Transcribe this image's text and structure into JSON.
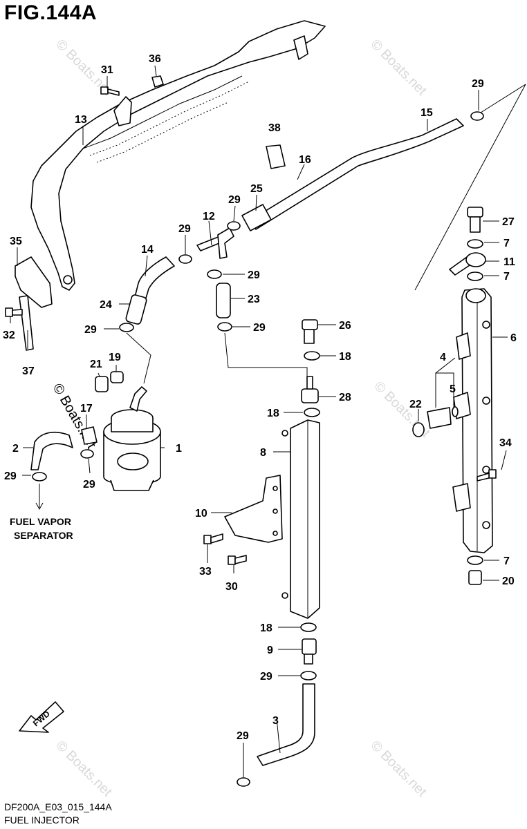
{
  "figure_title": "FIG.144A",
  "diagram_code": "DF200A_E03_015_144A",
  "diagram_name": "FUEL INJECTOR",
  "notes": {
    "fuel_vapor_line1": "FUEL VAPOR",
    "fuel_vapor_line2": "SEPARATOR",
    "fwd": "FWD"
  },
  "watermark": "© Boats.net",
  "callouts": {
    "c1": "1",
    "c2": "2",
    "c3": "3",
    "c4": "4",
    "c5": "5",
    "c6": "6",
    "c7a": "7",
    "c7b": "7",
    "c7c": "7",
    "c8": "8",
    "c9": "9",
    "c10": "10",
    "c11": "11",
    "c12": "12",
    "c13": "13",
    "c14": "14",
    "c15": "15",
    "c16": "16",
    "c17": "17",
    "c18a": "18",
    "c18b": "18",
    "c18c": "18",
    "c19": "19",
    "c20": "20",
    "c21": "21",
    "c22": "22",
    "c23": "23",
    "c24": "24",
    "c25": "25",
    "c26": "26",
    "c27": "27",
    "c28": "28",
    "c29a": "29",
    "c29b": "29",
    "c29c": "29",
    "c29d": "29",
    "c29e": "29",
    "c29f": "29",
    "c29g": "29",
    "c29h": "29",
    "c29i": "29",
    "c29j": "29",
    "c30": "30",
    "c31": "31",
    "c32": "32",
    "c33": "33",
    "c34": "34",
    "c35": "35",
    "c36": "36",
    "c37": "37",
    "c38": "38"
  }
}
